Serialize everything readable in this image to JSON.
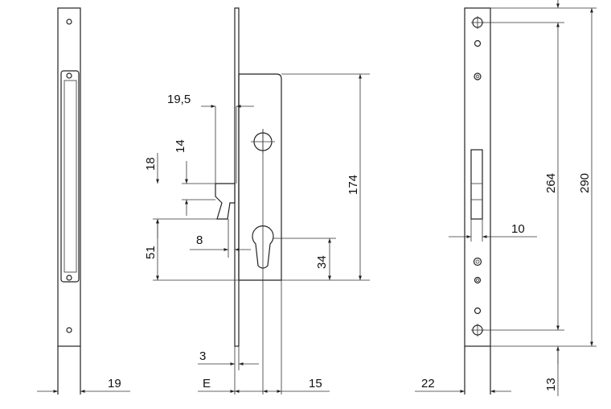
{
  "figure": {
    "type": "technical-drawing",
    "subject": "mortise lock, three orthographic views",
    "dimension_labels": {
      "faceplate_width": "19",
      "latch_projection": "19,5",
      "latch_height_small": "14",
      "latch_height": "18",
      "latch_to_cylinder": "51",
      "bolt_gap": "8",
      "case_height": "174",
      "cylinder_offset": "34",
      "faceplate_thickness": "3",
      "backset_symbol": "E",
      "case_depth": "15",
      "rear_width": "22",
      "spindle_width": "10",
      "screw_spacing": "264",
      "faceplate_length": "290",
      "end_offset": "13"
    }
  }
}
